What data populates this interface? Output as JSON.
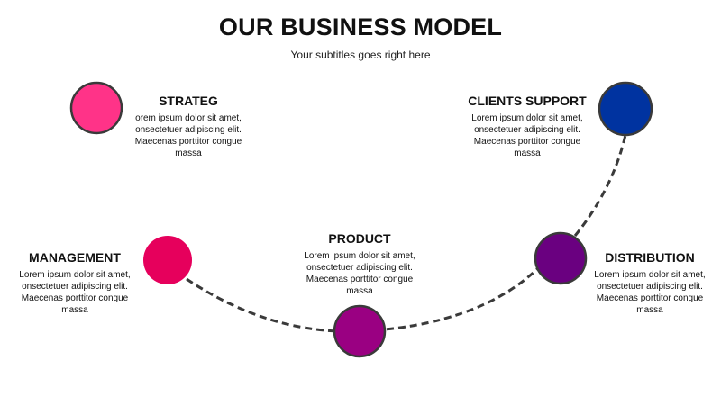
{
  "title": "OUR BUSINESS MODEL",
  "subtitle": "Your subtitles goes right here",
  "nodes": {
    "strateg": {
      "heading": "STRATEG",
      "lines": [
        "orem ipsum dolor sit amet,",
        "onsectetuer adipiscing elit.",
        "Maecenas porttitor congue",
        "massa"
      ],
      "color": "#FF3388"
    },
    "clients_support": {
      "heading": "CLIENTS SUPPORT",
      "lines": [
        "Lorem ipsum dolor sit amet,",
        "onsectetuer adipiscing elit.",
        "Maecenas porttitor congue",
        "massa"
      ],
      "color": "#0033A0"
    },
    "management": {
      "heading": "MANAGEMENT",
      "lines": [
        "Lorem ipsum dolor sit amet,",
        "onsectetuer adipiscing elit.",
        "Maecenas porttitor congue",
        "massa"
      ],
      "color": "#E6005C"
    },
    "product": {
      "heading": "PRODUCT",
      "lines": [
        "Lorem ipsum dolor sit amet,",
        "onsectetuer adipiscing elit.",
        "Maecenas porttitor congue",
        "massa"
      ],
      "color": "#9A0082"
    },
    "distribution": {
      "heading": "DISTRIBUTION",
      "lines": [
        "Lorem ipsum dolor sit amet,",
        "onsectetuer adipiscing elit.",
        "Maecenas porttitor congue",
        "massa"
      ],
      "color": "#6A0080"
    }
  },
  "colors": {
    "connector": "#3a3a3a",
    "node_outline": "#3a3a3a"
  }
}
